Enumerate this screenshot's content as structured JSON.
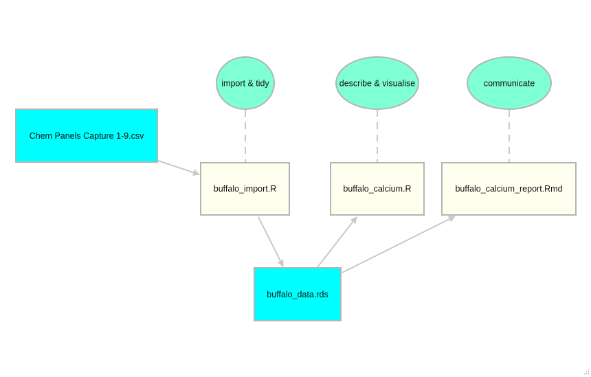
{
  "nodes": {
    "import_tidy": {
      "label": "import & tidy",
      "kind": "step",
      "fill": "#7fffd4"
    },
    "describe_visualise": {
      "label": "describe & visualise",
      "kind": "step",
      "fill": "#7fffd4"
    },
    "communicate": {
      "label": "communicate",
      "kind": "step",
      "fill": "#7fffd4"
    },
    "chem_panels_csv": {
      "label": "Chem Panels Capture 1-9.csv",
      "kind": "data",
      "fill": "#00ffff"
    },
    "buffalo_import_r": {
      "label": "buffalo_import.R",
      "kind": "script",
      "fill": "#fffff0"
    },
    "buffalo_calcium_r": {
      "label": "buffalo_calcium.R",
      "kind": "script",
      "fill": "#fffff0"
    },
    "buffalo_calcium_report_rmd": {
      "label": "buffalo_calcium_report.Rmd",
      "kind": "script",
      "fill": "#fffff0"
    },
    "buffalo_data_rds": {
      "label": "buffalo_data.rds",
      "kind": "data",
      "fill": "#00ffff"
    }
  },
  "edges": [
    {
      "from": "chem_panels_csv",
      "to": "buffalo_import_r",
      "style": "arrow"
    },
    {
      "from": "buffalo_import_r",
      "to": "buffalo_data_rds",
      "style": "arrow"
    },
    {
      "from": "buffalo_data_rds",
      "to": "buffalo_calcium_r",
      "style": "arrow"
    },
    {
      "from": "buffalo_data_rds",
      "to": "buffalo_calcium_report_rmd",
      "style": "arrow"
    },
    {
      "from": "import_tidy",
      "to": "buffalo_import_r",
      "style": "dashed"
    },
    {
      "from": "describe_visualise",
      "to": "buffalo_calcium_r",
      "style": "dashed"
    },
    {
      "from": "communicate",
      "to": "buffalo_calcium_report_rmd",
      "style": "dashed"
    }
  ],
  "colors": {
    "edge": "#c8c8c8",
    "node_border": "#b4b4b4",
    "step_fill": "#7fffd4",
    "data_fill": "#00ffff",
    "script_fill": "#fffff0"
  }
}
